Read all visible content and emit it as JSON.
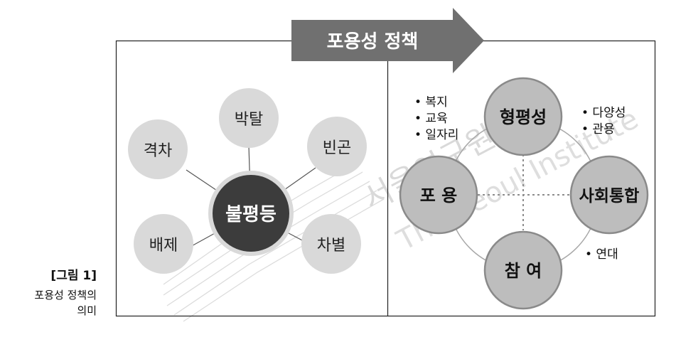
{
  "figure": {
    "caption_label": "[그림 1]",
    "caption_text_line1": "포용성 정책의",
    "caption_text_line2": "의미",
    "arrow_title": "포용성 정책",
    "watermark_korean": "서울연구원",
    "watermark_english": "The Seoul Institute"
  },
  "left_panel": {
    "center": "불평등",
    "satellites": [
      "박탈",
      "격차",
      "빈곤",
      "배제",
      "차별"
    ]
  },
  "right_panel": {
    "nodes": {
      "top": "형평성",
      "left": "포 용",
      "right": "사회통합",
      "bottom": "참 여"
    },
    "notes": {
      "top_left": [
        "• 복지",
        "• 교육",
        "• 일자리"
      ],
      "top_right": [
        "• 다양성",
        "• 관용"
      ],
      "bottom_right": [
        "• 연대"
      ]
    }
  },
  "colors": {
    "frame": "#222222",
    "arrow_fill": "#707070",
    "arrow_text": "#ffffff",
    "satellite_fill": "#d9d9d9",
    "center_fill": "#3c3c3c",
    "center_text": "#ffffff",
    "node_fill": "#bdbdbd",
    "node_stroke": "#8a8a8a",
    "connector": "#555555",
    "ring": "#a8a8a8",
    "dotted_line": "#8c8c8c",
    "watermark": "#d6d6d6"
  }
}
